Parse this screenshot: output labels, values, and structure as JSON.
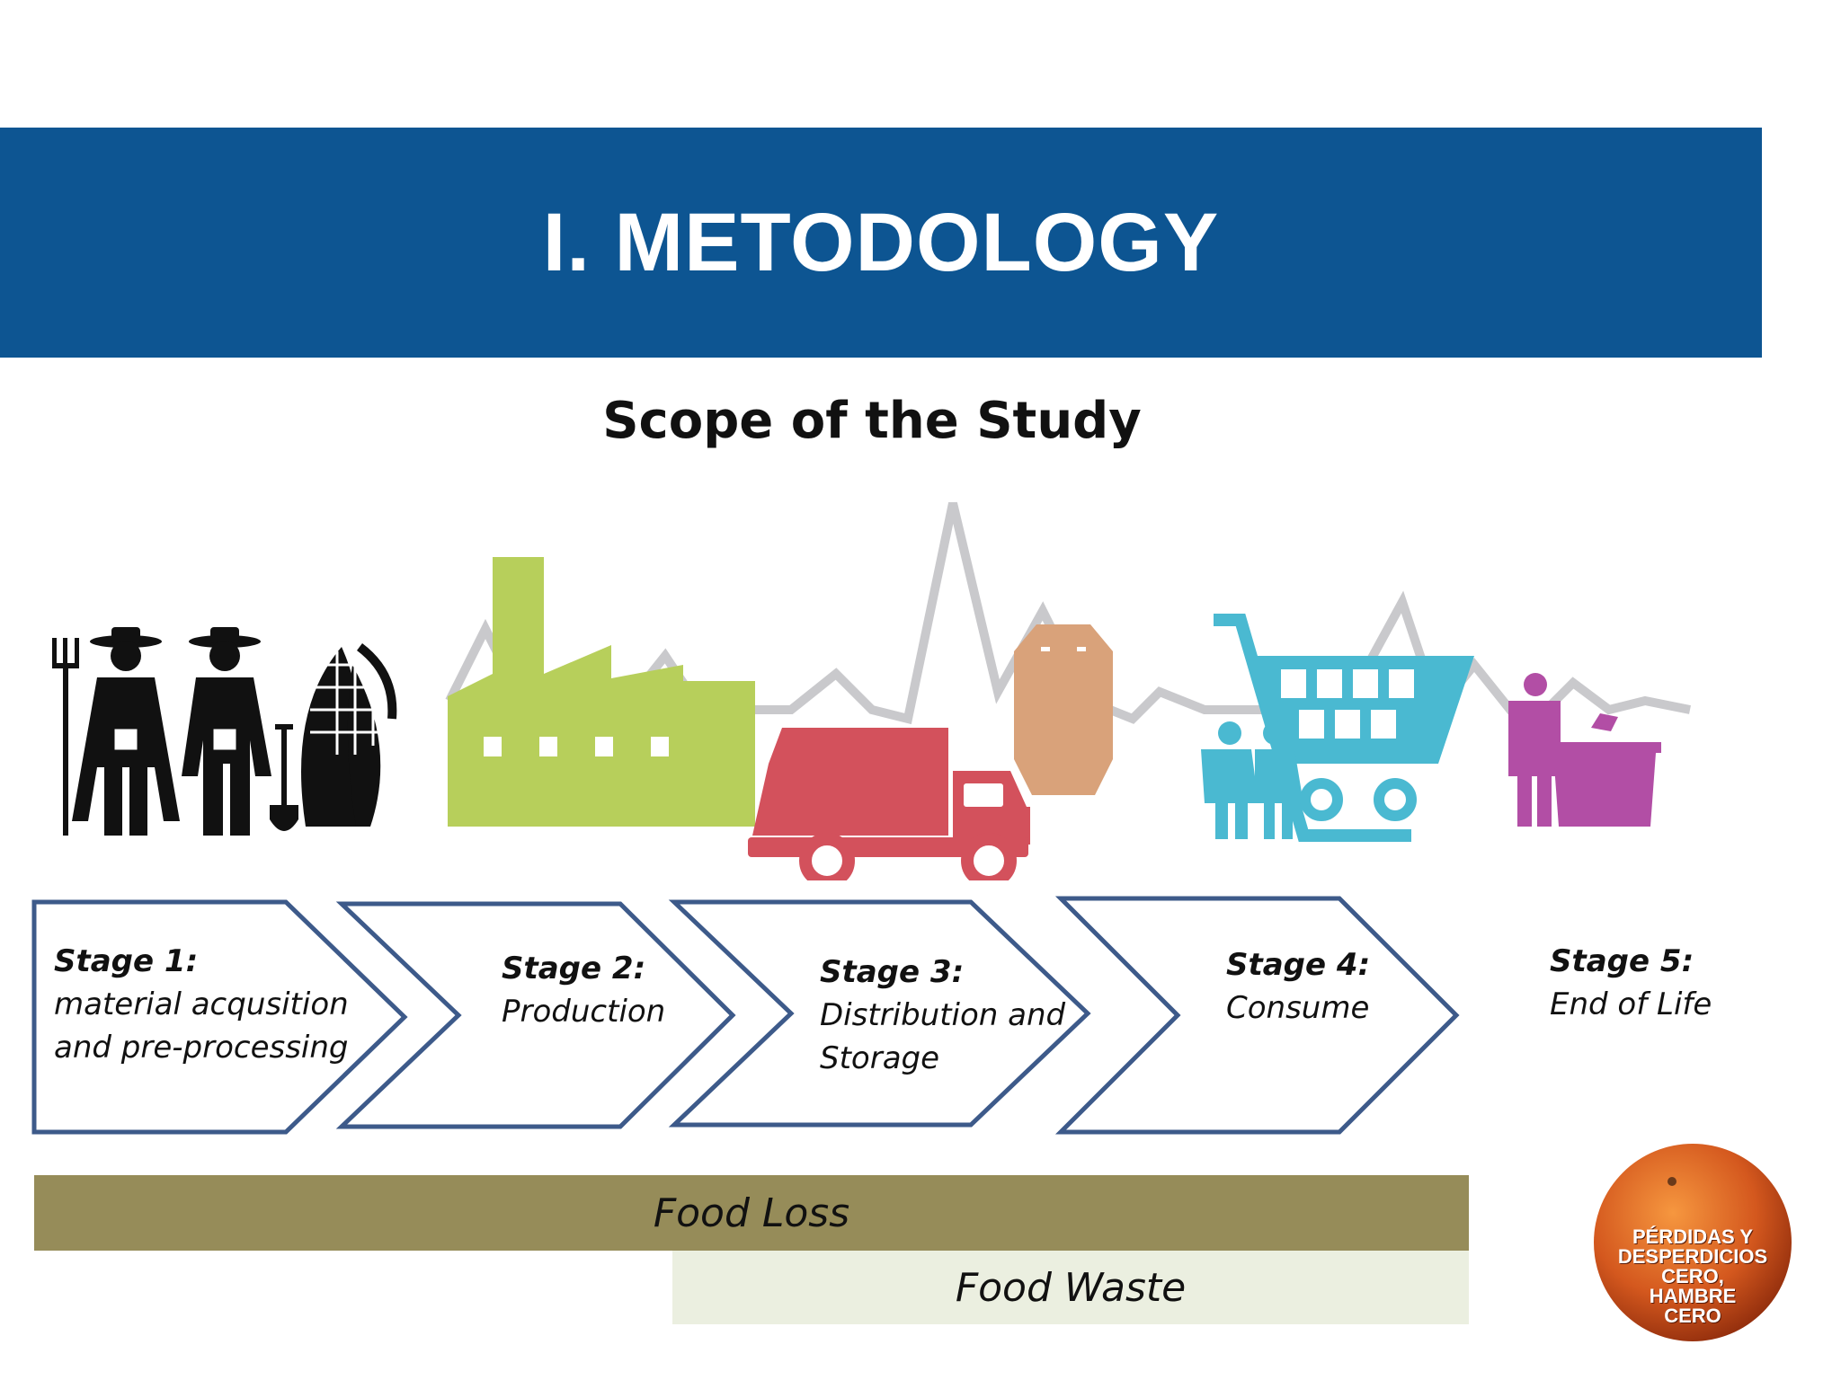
{
  "title": "I. METODOLOGY",
  "subtitle": "Scope of the Study",
  "stages": [
    {
      "name": "Stage 1:",
      "line1": "material acqusition",
      "line2": "and pre-processing"
    },
    {
      "name": "Stage 2:",
      "line1": "Production",
      "line2": ""
    },
    {
      "name": "Stage 3:",
      "line1": "Distribution and",
      "line2": "Storage"
    },
    {
      "name": "Stage 4:",
      "line1": "Consume",
      "line2": ""
    },
    {
      "name": "Stage 5:",
      "line1": "End of Life",
      "line2": ""
    }
  ],
  "bars": {
    "food_loss": "Food Loss",
    "food_waste": "Food Waste"
  },
  "logo": {
    "line1": "PÉRDIDAS Y",
    "line2": "DESPERDICIOS",
    "line3": "CERO,",
    "line4": "HAMBRE",
    "line5": "CERO"
  },
  "colors": {
    "banner": "#0d5592",
    "factory": "#b7cf5b",
    "truck": "#d3515c",
    "bag": "#d9a27a",
    "cart": "#4ab9d1",
    "bin": "#b24ea5",
    "chevron_stroke": "#3d5a8a",
    "food_loss": "#968c59",
    "food_waste": "#ebefe0"
  },
  "icons": [
    "farmers-icon",
    "corn-icon",
    "factory-icon",
    "truck-icon",
    "bag-icon",
    "shopping-cart-icon",
    "family-icon",
    "trash-bin-icon"
  ]
}
